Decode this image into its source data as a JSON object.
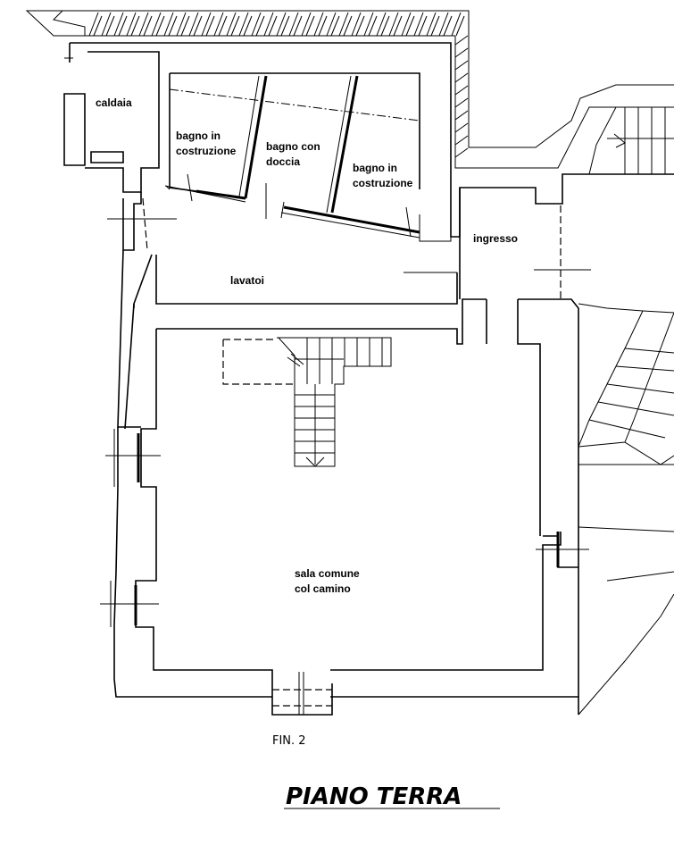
{
  "rooms": {
    "caldaia": "caldaia",
    "bagno1_a": "bagno in",
    "bagno1_b": "costruzione",
    "bagno_doccia_a": "bagno con",
    "bagno_doccia_b": "doccia",
    "bagno2_a": "bagno in",
    "bagno2_b": "costruzione",
    "ingresso": "ingresso",
    "lavatoi": "lavatoi",
    "sala_a": "sala comune",
    "sala_b": "col camino"
  },
  "annotations": {
    "window": "FIN. 2",
    "floor_title": "PIANO TERRA"
  }
}
